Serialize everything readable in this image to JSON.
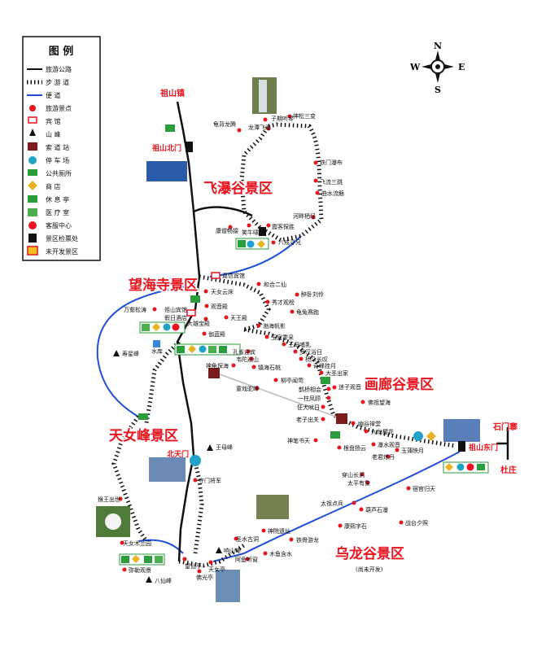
{
  "legend": {
    "title": "图 例",
    "items": [
      {
        "label": "旅游公路",
        "icon": "road-line-icon"
      },
      {
        "label": "步 游 道",
        "icon": "trail-line-icon"
      },
      {
        "label": "便 道",
        "icon": "path-line-icon"
      },
      {
        "label": "旅游景点",
        "icon": "scenic-spot-icon"
      },
      {
        "label": "宾 馆",
        "icon": "hotel-icon"
      },
      {
        "label": "山 峰",
        "icon": "peak-icon"
      },
      {
        "label": "索 道 站",
        "icon": "cableway-icon"
      },
      {
        "label": "停 车 场",
        "icon": "parking-icon"
      },
      {
        "label": "公共厕所",
        "icon": "toilet-icon"
      },
      {
        "label": "商 店",
        "icon": "shop-icon"
      },
      {
        "label": "休 息 亭",
        "icon": "pavilion-icon"
      },
      {
        "label": "医 疗 室",
        "icon": "clinic-icon"
      },
      {
        "label": "客服中心",
        "icon": "service-center-icon"
      },
      {
        "label": "景区检票处",
        "icon": "ticket-gate-icon"
      },
      {
        "label": "未开发景区",
        "icon": "undeveloped-icon"
      }
    ]
  },
  "compass": {
    "n": "N",
    "e": "E",
    "s": "S",
    "w": "W"
  },
  "colors": {
    "road": "#111111",
    "path": "#1f4fd8",
    "spot": "#e8141e",
    "zone": "#e8141e",
    "wc": "#2a9d3c",
    "parking": "#20a3c7",
    "shop": "#e6b420"
  },
  "towns": {
    "zushan": "祖山镇",
    "shimenzhai": "石门寨",
    "duzhuang": "杜庄"
  },
  "gates": {
    "north": "祖山北门",
    "east": "祖山东门",
    "beitian": "北天门"
  },
  "zones": {
    "feipu": "飞瀑谷景区",
    "wanghaisi": "望海寺景区",
    "hualang": "画廊谷景区",
    "tiannvfeng": "天女峰景区",
    "wulong": "乌龙谷景区",
    "wulong_note": "(尚未开发)"
  },
  "hotels": {
    "jiaxin": "嘉信宾馆",
    "zushan_hotel": "祖山宾馆",
    "huaping": "假日酒店"
  },
  "spots": [
    {
      "name": "龟背龙腾"
    },
    {
      "name": "子期听琴"
    },
    {
      "name": "龙潭飞瀑"
    },
    {
      "name": "神松三变"
    },
    {
      "name": "铁门瀑布"
    },
    {
      "name": "飞流三跳"
    },
    {
      "name": "曲水流觞"
    },
    {
      "name": "河畔栖经"
    },
    {
      "name": "康僧畅接"
    },
    {
      "name": "笑牛啸月"
    },
    {
      "name": "霞客探胜"
    },
    {
      "name": "八戒寻兄"
    },
    {
      "name": "和合二仙"
    },
    {
      "name": "天女云床"
    },
    {
      "name": "醉卧刘伶"
    },
    {
      "name": "秀才观榜"
    },
    {
      "name": "龟兔赛跑"
    },
    {
      "name": "万壑松涛"
    },
    {
      "name": "观音殿"
    },
    {
      "name": "大雄宝殿"
    },
    {
      "name": "天王殿"
    },
    {
      "name": "伽蓝殿"
    },
    {
      "name": "渤海帆影"
    },
    {
      "name": "玉皇霍采"
    },
    {
      "name": "王母哺乳"
    },
    {
      "name": "孔雀迎宾"
    },
    {
      "name": "罗汉浴日"
    },
    {
      "name": "韦陀巡山"
    },
    {
      "name": "杨朵长叹"
    },
    {
      "name": "镇海石桃"
    },
    {
      "name": "奇峰挂月"
    },
    {
      "name": "大圣出家"
    },
    {
      "name": "神龟探海"
    },
    {
      "name": "柳亭闻莺"
    },
    {
      "name": "迷子观音"
    },
    {
      "name": "童戏驼峰"
    },
    {
      "name": "鹊桥相会"
    },
    {
      "name": "一柱凤顾"
    },
    {
      "name": "佛祖望海"
    },
    {
      "name": "狂犬吠日"
    },
    {
      "name": "老子出关"
    },
    {
      "name": "幽谷禅堂"
    },
    {
      "name": "九龙樱花"
    },
    {
      "name": "瀑水观音"
    },
    {
      "name": "神笔书天"
    },
    {
      "name": "根盘扬云"
    },
    {
      "name": "玉蒲映月"
    },
    {
      "name": "老君炼丹"
    },
    {
      "name": "穿山长洞"
    },
    {
      "name": "太平有象"
    },
    {
      "name": "宿官归天"
    },
    {
      "name": "太祖点兵"
    },
    {
      "name": "葫芦石瀑"
    },
    {
      "name": "康熙字石"
    },
    {
      "name": "战台夕照"
    },
    {
      "name": "猴王出世"
    },
    {
      "name": "守门将军"
    },
    {
      "name": "神院遗址"
    },
    {
      "name": "圣水古洞"
    },
    {
      "name": "铁骨游龙"
    },
    {
      "name": "天女木兰园"
    },
    {
      "name": "阿鱼听窗"
    },
    {
      "name": "木鱼含水"
    },
    {
      "name": "弥勒观景"
    },
    {
      "name": "望仙亭"
    },
    {
      "name": "佛光亭"
    },
    {
      "name": "天女亭"
    }
  ],
  "peaks": {
    "shouxing": "寿星峰",
    "wangma": "王母峰",
    "xiangshan": "响山峰",
    "baxian": "八仙峰"
  },
  "water": {
    "shuiku": "水库"
  }
}
